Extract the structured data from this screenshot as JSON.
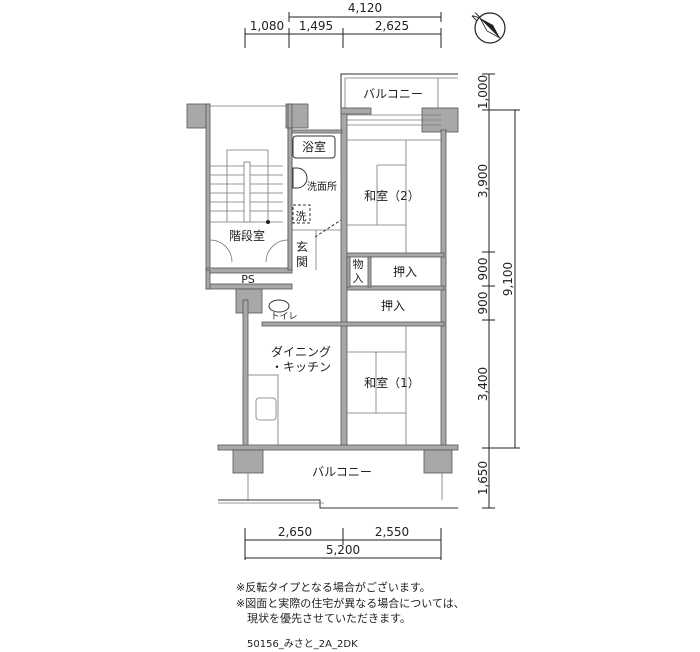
{
  "dimensions": {
    "top_total": "4,120",
    "top": [
      "1,080",
      "1,495",
      "2,625"
    ],
    "right": [
      "1,000",
      "3,900",
      "900",
      "900",
      "3,400",
      "1,650"
    ],
    "right_total": "9,100",
    "bottom": [
      "2,650",
      "2,550"
    ],
    "bottom_total": "5,200"
  },
  "compass": {
    "label": "N"
  },
  "rooms": {
    "balcony_top": "バルコニー",
    "bath": "浴室",
    "washroom": "洗面所",
    "washer": "洗",
    "washitsu2": "和室（2）",
    "stairwell": "階段室",
    "entrance_1": "玄",
    "entrance_2": "関",
    "storage_1": "物",
    "storage_2": "入",
    "closet1": "押入",
    "closet2": "押入",
    "ps": "PS",
    "toilet": "トイレ",
    "dk_1": "ダイニング",
    "dk_2": "・キッチン",
    "washitsu1": "和室（1）",
    "balcony_bottom": "バルコニー"
  },
  "notes": [
    "※反転タイプとなる場合がございます。",
    "※図面と実際の住宅が異なる場合については、",
    "　現状を優先させていただきます。"
  ],
  "caption": "50156_みさと_2A_2DK"
}
